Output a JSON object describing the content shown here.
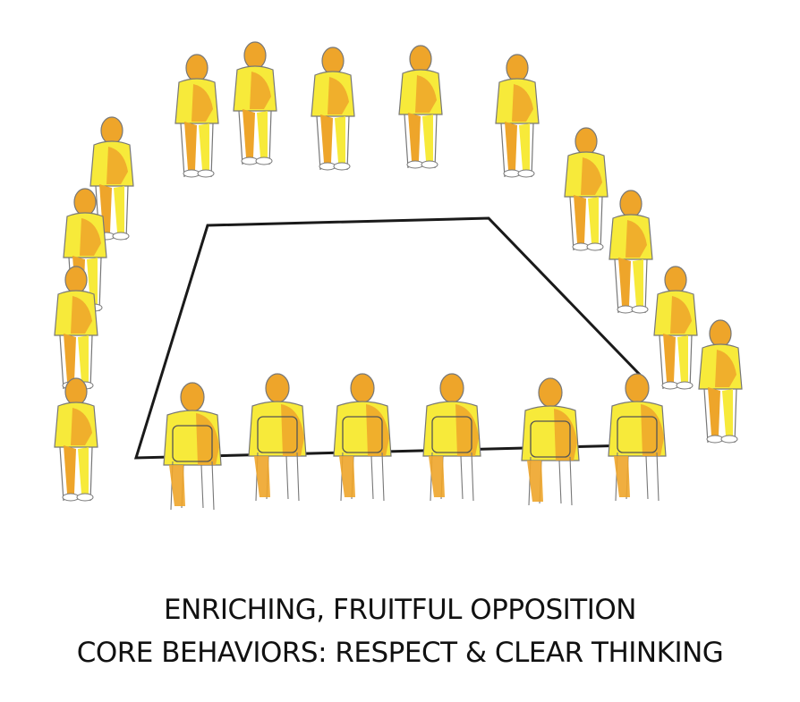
{
  "illustration": {
    "description": "Watercolor sketch of people seated on chairs arranged around a trapezoidal table",
    "colors": {
      "light_yellow": "#f7ea3a",
      "orange": "#eea52a",
      "outline": "#777777",
      "table_line": "#1a1a1a",
      "background": "#ffffff"
    }
  },
  "caption": {
    "line1": "ENRICHING, FRUITFUL OPPOSITION",
    "line2": "CORE BEHAVIORS: RESPECT & CLEAR THINKING"
  }
}
